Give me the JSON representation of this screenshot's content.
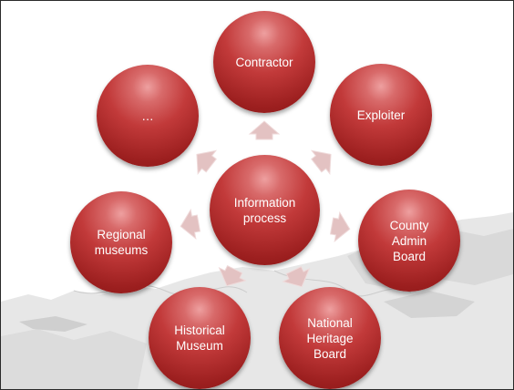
{
  "center": {
    "label": "Information\nprocess"
  },
  "satellites": [
    {
      "id": "contractor",
      "label": "Contractor"
    },
    {
      "id": "exploiter",
      "label": "Exploiter"
    },
    {
      "id": "county-admin-board",
      "label": "County\nAdmin\nBoard"
    },
    {
      "id": "national-heritage-board",
      "label": "National\nHeritage\nBoard"
    },
    {
      "id": "historical-museum",
      "label": "Historical\nMuseum"
    },
    {
      "id": "regional-museums",
      "label": "Regional\nmuseums"
    },
    {
      "id": "more",
      "label": "…"
    }
  ],
  "colors": {
    "node_fill": "#b02a2a",
    "node_text": "#ffffff",
    "arrow_fill": "#e3c2c2",
    "frame": "#2a2a2a"
  }
}
